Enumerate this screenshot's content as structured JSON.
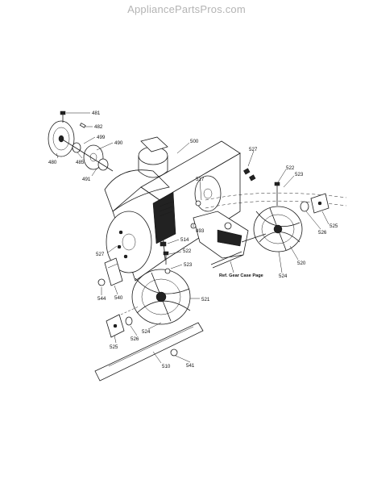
{
  "watermark": "AppliancePartsPros.com",
  "reference_note": "Ref. Gear Case Page",
  "part_labels": {
    "p481": "481",
    "p482": "482",
    "p499": "499",
    "p490": "490",
    "p480": "480",
    "p485": "485",
    "p491": "491",
    "p500": "500",
    "p527a": "527",
    "p517": "517",
    "p522a": "522",
    "p523a": "523",
    "p493": "493",
    "p514": "514",
    "p522b": "522",
    "p523b": "523",
    "p527b": "527",
    "p525a": "525",
    "p526a": "526",
    "p520": "520",
    "p524a": "524",
    "p521": "521",
    "p544": "544",
    "p540": "540",
    "p524b": "524",
    "p525b": "525",
    "p526b": "526",
    "p510": "510",
    "p541": "541"
  }
}
